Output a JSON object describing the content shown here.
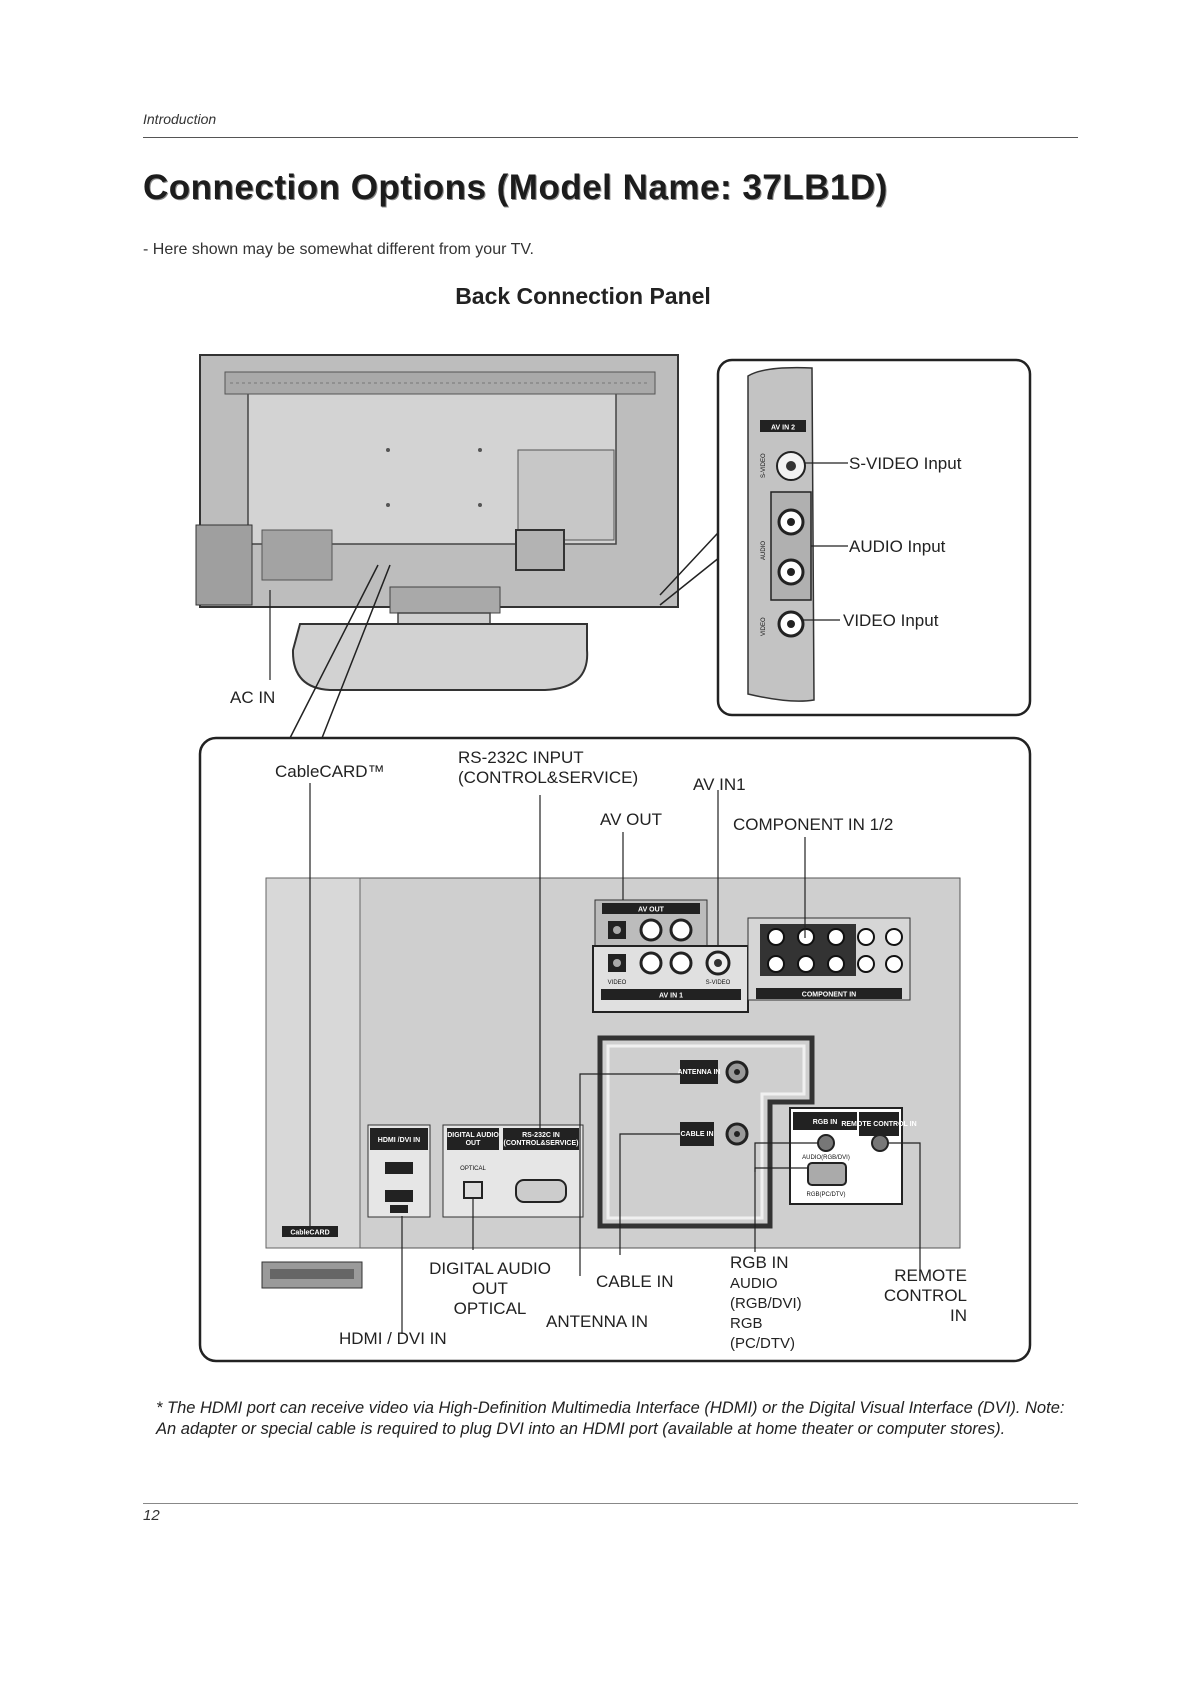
{
  "header": {
    "section": "Introduction",
    "title": "Connection Options (Model Name: 37LB1D)",
    "note": "- Here shown may be somewhat different from your TV.",
    "subtitle": "Back Connection Panel"
  },
  "side_panel": {
    "tag": "AV IN 2",
    "s_video": "S-VIDEO Input",
    "audio": "AUDIO Input",
    "video": "VIDEO Input",
    "vert_svideo": "S-VIDEO",
    "vert_audio": "AUDIO",
    "vert_video": "VIDEO"
  },
  "labels": {
    "ac_in": "AC IN",
    "cablecard": "CableCARD™",
    "rs232_line1": "RS-232C INPUT",
    "rs232_line2": "(CONTROL&SERVICE)",
    "av_in1": "AV IN1",
    "av_out": "AV OUT",
    "component": "COMPONENT IN 1/2",
    "digital_line1": "DIGITAL AUDIO",
    "digital_line2": "OUT",
    "digital_line3": "OPTICAL",
    "hdmi": "HDMI / DVI IN",
    "cable_in": "CABLE IN",
    "antenna_in": "ANTENNA IN",
    "rgb_line1": "RGB IN",
    "rgb_line2": "AUDIO",
    "rgb_line3": "(RGB/DVI)",
    "rgb_line4": "RGB",
    "rgb_line5": "(PC/DTV)",
    "remote_line1": "REMOTE",
    "remote_line2": "CONTROL",
    "remote_line3": "IN"
  },
  "panel_tags": {
    "av_out": "AV OUT",
    "av_in1": "AV IN 1",
    "component": "COMPONENT IN",
    "hdmi": "HDMI /DVI IN",
    "digital1": "DIGITAL AUDIO",
    "digital2": "OUT",
    "optical": "OPTICAL",
    "rs232a": "RS-232C IN",
    "rs232b": "(CONTROL&SERVICE)",
    "antenna": "ANTENNA IN",
    "cable": "CABLE IN",
    "rgb_in": "RGB IN",
    "remote": "REMOTE CONTROL IN",
    "audio_rgbdvi": "AUDIO(RGB/DVI)",
    "rgb_pcdtv": "RGB(PC/DTV)",
    "cablecard": "CableCARD",
    "video": "VIDEO",
    "s_video": "S-VIDEO"
  },
  "footnote": "* The HDMI port can receive video via High-Definition Multimedia Interface (HDMI) or the Digital Visual Interface (DVI). Note: An adapter or special cable is required to plug DVI into an HDMI port (available at home theater or computer stores).",
  "page_number": "12"
}
